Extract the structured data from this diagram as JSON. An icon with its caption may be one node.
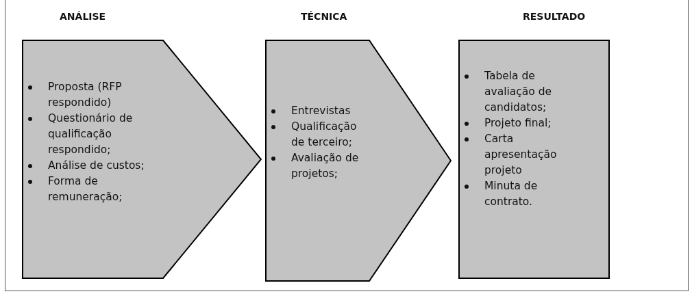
{
  "diagram": {
    "nodes": [
      {
        "text": [
          "ANÁLISE",
          "Proposta (RFP respondido)",
          "Questionário de qualificação respondido;",
          "Análise de custos;",
          "Forma de remuneração;"
        ]
      },
      {
        "text": [
          "TÉCNICA",
          "Entrevistas",
          "Qualificação de terceiro;",
          "Avaliação de projetos;"
        ]
      },
      {
        "text": [
          "RESULTADO",
          "Tabela de avaliação de candidatos;",
          "Projeto final;",
          "Carta apresentação projeto",
          "Minuta de contrato."
        ]
      }
    ]
  }
}
